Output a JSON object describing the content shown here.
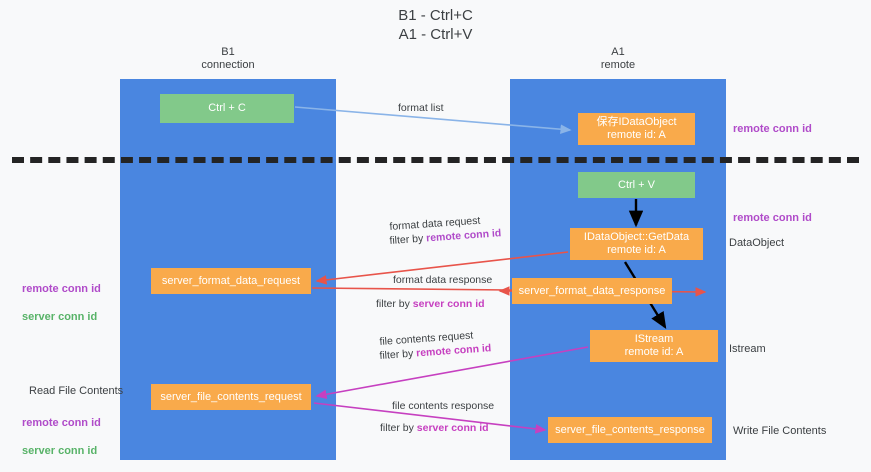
{
  "title": "B1 - Ctrl+C\nA1 - Ctrl+V",
  "columns": [
    {
      "id": "b1",
      "label": "B1\nconnection"
    },
    {
      "id": "a1",
      "label": "A1\nremote"
    }
  ],
  "nodes": {
    "ctrl_c": {
      "label": "Ctrl + C",
      "color": "#82c98a"
    },
    "save_dataobject": {
      "label": "保存IDataObject\nremote id: A",
      "color": "#f9aa4b"
    },
    "ctrl_v": {
      "label": "Ctrl + V",
      "color": "#82c98a"
    },
    "getdata": {
      "label": "IDataObject::GetData\nremote id: A",
      "color": "#f9aa4b"
    },
    "server_format_data_request": {
      "label": "server_format_data_request",
      "color": "#f9aa4b"
    },
    "server_format_data_response": {
      "label": "server_format_data_response",
      "color": "#f9aa4b"
    },
    "istream": {
      "label": "IStream\nremote id: A",
      "color": "#f9aa4b"
    },
    "server_file_contents_request": {
      "label": "server_file_contents_request",
      "color": "#f9aa4b"
    },
    "server_file_contents_response": {
      "label": "server_file_contents_response",
      "color": "#f9aa4b"
    }
  },
  "edge_labels": {
    "format_list": "format list",
    "format_data_request": "format data request",
    "format_data_request_filter_prefix": "filter by ",
    "format_data_request_filter_key": "remote conn id",
    "format_data_response": "format data response",
    "format_data_response_filter_prefix": "filter by ",
    "format_data_response_filter_key": "server conn id",
    "file_contents_request": "file contents request",
    "file_contents_request_filter_prefix": "filter by ",
    "file_contents_request_filter_key": "remote conn id",
    "file_contents_response": "file contents response",
    "file_contents_response_filter_prefix": "filter by ",
    "file_contents_response_filter_key": "server conn id"
  },
  "annotations": {
    "remote_conn_id_top": "remote conn id",
    "remote_conn_id_mid": "remote conn id",
    "dataobject": "DataObject",
    "istream": "Istream",
    "write_file_contents": "Write File Contents",
    "read_file_contents": "Read File Contents",
    "left_remote_conn_id_1": "remote conn id",
    "left_server_conn_id_1": "server conn id",
    "left_remote_conn_id_2": "remote conn id",
    "left_server_conn_id_2": "server conn id"
  },
  "colors": {
    "lane": "#4a86e0",
    "green_node": "#82c98a",
    "orange_node": "#f9aa4b",
    "purple": "#b04bc9",
    "green_text": "#58b368",
    "magenta": "#c640c0",
    "arrow_blue": "#8ab4e8",
    "arrow_red": "#e8544a",
    "arrow_black": "#000000",
    "background": "#f8f9fa"
  }
}
